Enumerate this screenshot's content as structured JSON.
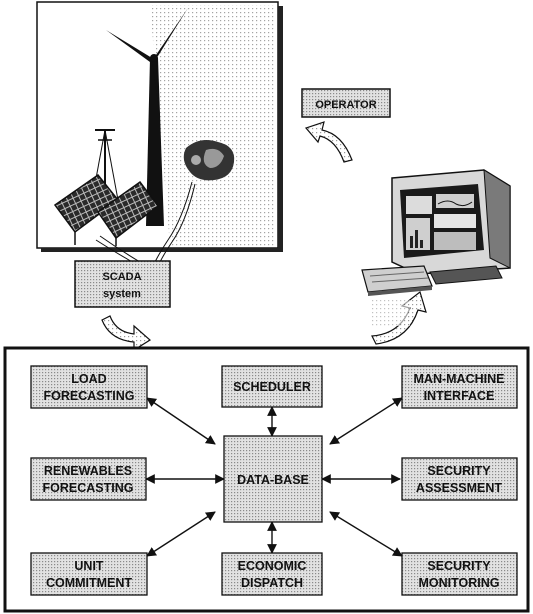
{
  "labels": {
    "operator": "OPERATOR",
    "scada": [
      "SCADA",
      "system"
    ]
  },
  "modules": {
    "load_forecasting": [
      "LOAD",
      "FORECASTING"
    ],
    "scheduler": [
      "SCHEDULER"
    ],
    "man_machine_interface": [
      "MAN-MACHINE",
      "INTERFACE"
    ],
    "renewables_forecasting": [
      "RENEWABLES",
      "FORECASTING"
    ],
    "database": [
      "DATA-BASE"
    ],
    "security_assessment": [
      "SECURITY",
      "ASSESSMENT"
    ],
    "unit_commitment": [
      "UNIT",
      "COMMITMENT"
    ],
    "economic_dispatch": [
      "ECONOMIC",
      "DISPATCH"
    ],
    "security_monitoring": [
      "SECURITY",
      "MONITORING"
    ]
  },
  "colors": {
    "box_fill": "#cfcfcf",
    "stroke": "#111111",
    "background": "#ffffff"
  }
}
